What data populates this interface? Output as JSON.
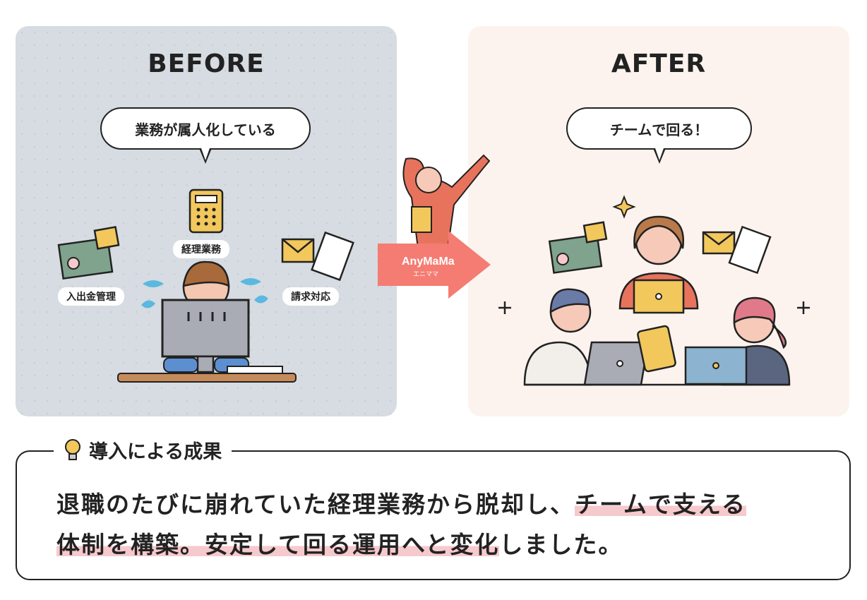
{
  "before": {
    "title": "BEFORE",
    "bubble": "業務が属人化している",
    "labels": [
      "経理業務",
      "入出金管理",
      "請求対応"
    ]
  },
  "after": {
    "title": "AFTER",
    "bubble": "チームで回る！"
  },
  "arrow": {
    "logo_text": "AnyMaMa エニママ",
    "color": "#f47c72"
  },
  "result": {
    "heading": "導入による成果",
    "line1_a": "退職のたびに崩れていた経理業務から脱却し、",
    "line1_b": "チームで支える",
    "line2_a": "体制を構築。",
    "line2_b": "安定して回る運用へと変化",
    "line2_c": "しました。"
  },
  "colors": {
    "before_bg": "#d6dce1",
    "after_bg": "#fdf3ee",
    "highlight": "#f6c9cc",
    "accent": "#f47c72"
  }
}
